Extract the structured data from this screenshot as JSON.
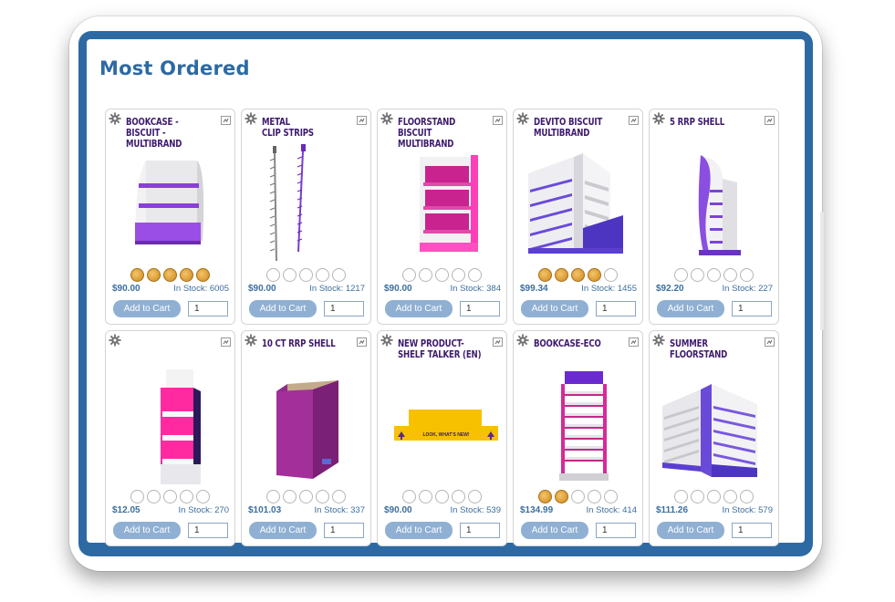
{
  "page": {
    "title": "Most Ordered"
  },
  "products": [
    {
      "name": "Bookcase -\nBiscuit - Multibrand",
      "price": "$90.00",
      "stock": "In Stock: 6005",
      "rating": 5,
      "add_label": "Add to Cart",
      "qty": "1",
      "img": "bookcase-purple"
    },
    {
      "name": "Metal\nClip Strips",
      "price": "$90.00",
      "stock": "In Stock: 1217",
      "rating": 0,
      "add_label": "Add to Cart",
      "qty": "1",
      "img": "clip-strips"
    },
    {
      "name": "Floorstand Biscuit\nMultibrand",
      "price": "$90.00",
      "stock": "In Stock: 384",
      "rating": 0,
      "add_label": "Add to Cart",
      "qty": "1",
      "img": "floorstand-pink"
    },
    {
      "name": "Devito Biscuit\nMultibrand",
      "price": "$99.34",
      "stock": "In Stock: 1455",
      "rating": 4,
      "add_label": "Add to Cart",
      "qty": "1",
      "img": "gondola-purple"
    },
    {
      "name": "5 RRP Shell",
      "price": "$92.20",
      "stock": "In Stock: 227",
      "rating": 0,
      "add_label": "Add to Cart",
      "qty": "1",
      "img": "shell-curve"
    },
    {
      "name": "",
      "price": "$12.05",
      "stock": "In Stock: 270",
      "rating": 0,
      "add_label": "Add to Cart",
      "qty": "1",
      "img": "tower-magenta"
    },
    {
      "name": "10 CT RRP Shell",
      "price": "$101.03",
      "stock": "In Stock: 337",
      "rating": 0,
      "add_label": "Add to Cart",
      "qty": "1",
      "img": "box-shell"
    },
    {
      "name": "New Product-\nShelf Talker (EN)",
      "price": "$90.00",
      "stock": "In Stock: 539",
      "rating": 0,
      "add_label": "Add to Cart",
      "qty": "1",
      "img": "shelf-talker",
      "talker_text": "LOOK, WHAT'S NEW!"
    },
    {
      "name": "Bookcase-Eco",
      "price": "$134.99",
      "stock": "In Stock: 414",
      "rating": 2,
      "add_label": "Add to Cart",
      "qty": "1",
      "img": "eco-rack"
    },
    {
      "name": "Summer Floorstand",
      "price": "$111.26",
      "stock": "In Stock: 579",
      "rating": 0,
      "add_label": "Add to Cart",
      "qty": "1",
      "img": "gondola-grey"
    }
  ],
  "icons": {
    "settings": "gear-icon",
    "expand": "expand-icon",
    "rating": "cookie-icon"
  },
  "colors": {
    "frame": "#2d6aa3",
    "title": "#2d6aa3",
    "button": "#8fb0d3",
    "price": "#3b6ea0",
    "product_title": "#3d1a6e"
  }
}
